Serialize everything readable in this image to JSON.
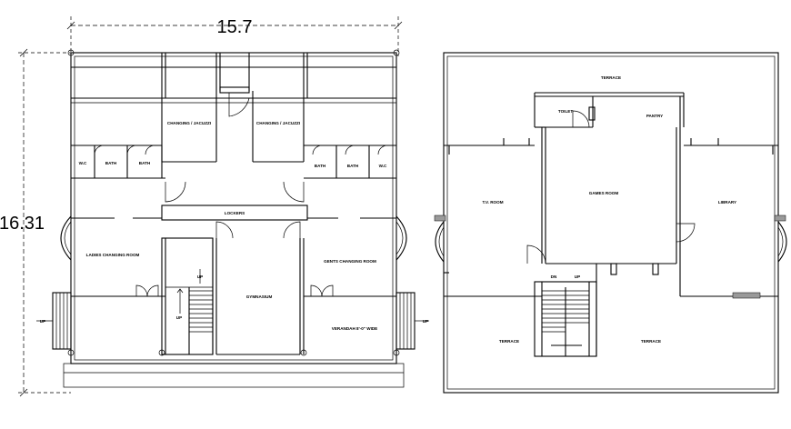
{
  "dimensions": {
    "width": "15.7",
    "height": "16.31"
  },
  "ground_floor": {
    "rooms": {
      "changing_left": "CHANGING / JACUZZI",
      "changing_right": "CHANGING / JACUZZI",
      "wc_left": "W.C",
      "bath_left_1": "BATH",
      "bath_left_2": "BATH",
      "bath_right_1": "BATH",
      "bath_right_2": "BATH",
      "wc_right": "W.C",
      "lockers": "LOCKERS",
      "ladies_changing": "LADIES CHANGING ROOM",
      "gents_changing": "GENTS CHANGING ROOM",
      "gymnasium": "GYMNASIUM",
      "verandah": "VERANDAH 8'-0\" WIDE"
    },
    "annotations": {
      "up_stair": "UP",
      "up_left": "UP",
      "up_right": "UP"
    }
  },
  "first_floor": {
    "rooms": {
      "terrace_top": "TERRACE",
      "toilet": "TOILET",
      "pantry": "PANTRY",
      "tv_room": "T.V. ROOM",
      "games_room": "GAMES ROOM",
      "library": "LIBRARY",
      "terrace_left": "TERRACE",
      "terrace_right": "TERRACE"
    },
    "annotations": {
      "dn": "DN",
      "up": "UP"
    }
  }
}
